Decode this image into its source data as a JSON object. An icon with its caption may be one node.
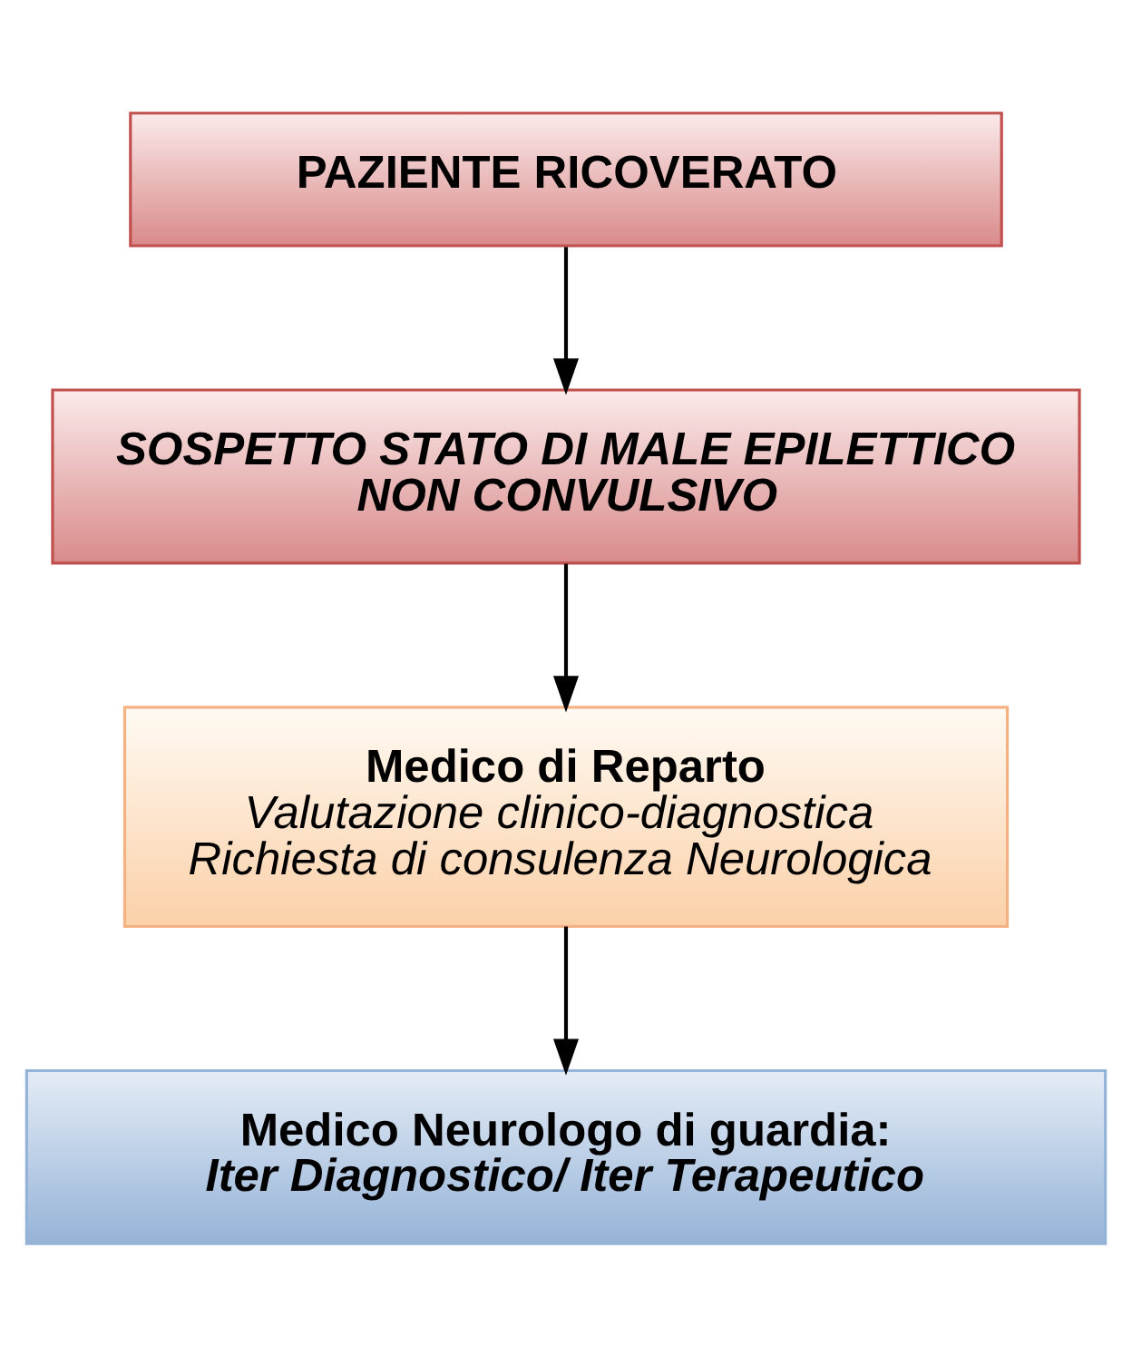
{
  "diagram": {
    "nodes": [
      {
        "text": [
          "PAZIENTE RICOVERATO"
        ]
      },
      {
        "text": [
          "SOSPETTO STATO DI MALE EPILETTICO NON CONVULSIVO"
        ]
      },
      {
        "text": [
          "Medico di Reparto",
          "Valutazione clinico-diagnostica",
          "Richiesta di consulenza Neurologica"
        ]
      },
      {
        "text": [
          "Medico Neurologo di guardia:",
          "Iter Diagnostico/ Iter Terapeutico"
        ]
      }
    ],
    "edges": [
      {
        "from": 0,
        "to": 1,
        "arrow": "to"
      },
      {
        "from": 1,
        "to": 2,
        "arrow": "to"
      },
      {
        "from": 2,
        "to": 3,
        "arrow": "to"
      }
    ]
  }
}
